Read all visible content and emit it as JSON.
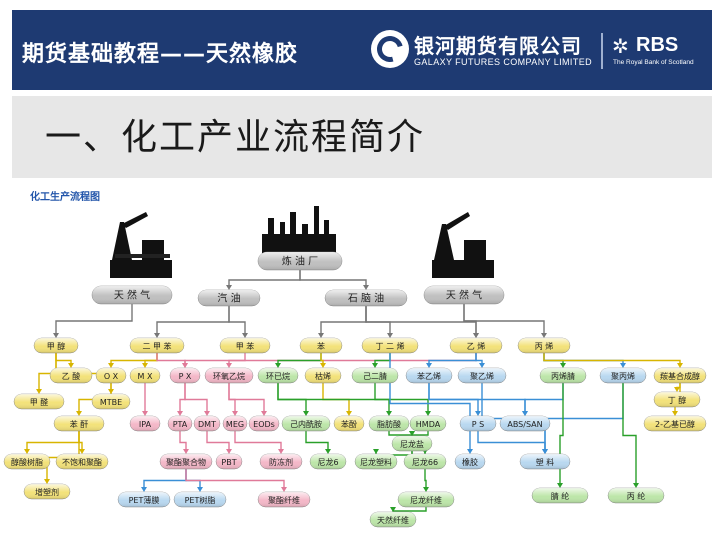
{
  "header": {
    "course_title": "期货基础教程——天然橡胶",
    "company_cn": "银河期货有限公司",
    "company_en": "GALAXY FUTURES COMPANY LIMITED",
    "rbs_mark": "✲",
    "rbs_name": "RBS",
    "rbs_sub": "The Royal Bank of Scotland"
  },
  "section_title": "一、化工产业流程简介",
  "diagram": {
    "title": "化工生产流程图",
    "nodes": [
      {
        "id": "refinery",
        "label": "炼 油 厂",
        "color": "#c0c0c0"
      },
      {
        "id": "natgas",
        "label": "天 然 气",
        "color": "#c0c0c0"
      },
      {
        "id": "gasoline",
        "label": "汽 油",
        "color": "#c0c0c0"
      },
      {
        "id": "naphtha",
        "label": "石 脑 油",
        "color": "#c0c0c0"
      },
      {
        "id": "natgas2",
        "label": "天 然 气",
        "color": "#c0c0c0"
      },
      {
        "id": "methanol",
        "label": "甲 醇",
        "color": "#f3e27a"
      },
      {
        "id": "xylene",
        "label": "二 甲 苯",
        "color": "#f3e27a"
      },
      {
        "id": "toluene",
        "label": "甲 苯",
        "color": "#f3e27a"
      },
      {
        "id": "benzene",
        "label": "苯",
        "color": "#f3e27a"
      },
      {
        "id": "butadiene",
        "label": "丁 二 烯",
        "color": "#f3e27a"
      },
      {
        "id": "ethylene",
        "label": "乙 烯",
        "color": "#f3e27a"
      },
      {
        "id": "propylene",
        "label": "丙 烯",
        "color": "#f3e27a"
      },
      {
        "id": "acetic",
        "label": "乙 酸",
        "color": "#f3e27a"
      },
      {
        "id": "ox",
        "label": "O X",
        "color": "#f3e27a"
      },
      {
        "id": "mx",
        "label": "M X",
        "color": "#f3e27a"
      },
      {
        "id": "px",
        "label": "P X",
        "color": "#f4b8c8"
      },
      {
        "id": "eo",
        "label": "环氧乙烷",
        "color": "#f4b8c8"
      },
      {
        "id": "cyclohexane",
        "label": "环已烷",
        "color": "#bde6a9"
      },
      {
        "id": "cumene",
        "label": "枯烯",
        "color": "#f3e27a"
      },
      {
        "id": "diethylbenzene",
        "label": "己二腈",
        "color": "#bde6a9"
      },
      {
        "id": "styrene",
        "label": "苯乙烯",
        "color": "#b9d8f0"
      },
      {
        "id": "pvc_monomer",
        "label": "聚乙烯",
        "color": "#b9d8f0"
      },
      {
        "id": "acrylonitrile",
        "label": "丙烯腈",
        "color": "#bde6a9"
      },
      {
        "id": "pp",
        "label": "聚丙烯",
        "color": "#b9d8f0"
      },
      {
        "id": "oxo",
        "label": "羰基合成醇",
        "color": "#f3e27a"
      },
      {
        "id": "formaldehyde",
        "label": "甲 醛",
        "color": "#f3e27a"
      },
      {
        "id": "mtbe",
        "label": "MTBE",
        "color": "#f3e27a"
      },
      {
        "id": "butanol",
        "label": "丁 醇",
        "color": "#f3e27a"
      },
      {
        "id": "ethylhexanol",
        "label": "2-乙基已醇",
        "color": "#f3e27a"
      },
      {
        "id": "anhydride",
        "label": "苯 酐",
        "color": "#f3e27a"
      },
      {
        "id": "ipa",
        "label": "IPA",
        "color": "#f4b8c8"
      },
      {
        "id": "pta",
        "label": "PTA",
        "color": "#f4b8c8"
      },
      {
        "id": "dmt",
        "label": "DMT",
        "color": "#f4b8c8"
      },
      {
        "id": "meg",
        "label": "MEG",
        "color": "#f4b8c8"
      },
      {
        "id": "eods",
        "label": "EODs",
        "color": "#f4b8c8"
      },
      {
        "id": "caprolactam",
        "label": "己内酰胺",
        "color": "#bde6a9"
      },
      {
        "id": "phenol",
        "label": "苯酚",
        "color": "#f3e27a"
      },
      {
        "id": "adipic",
        "label": "脂肪酸",
        "color": "#bde6a9"
      },
      {
        "id": "hmda",
        "label": "HMDA",
        "color": "#bde6a9"
      },
      {
        "id": "ps",
        "label": "P S",
        "color": "#b9d8f0"
      },
      {
        "id": "abs",
        "label": "ABS/SAN",
        "color": "#b9d8f0"
      },
      {
        "id": "alkyd",
        "label": "醇酸树脂",
        "color": "#f3e27a"
      },
      {
        "id": "unsat",
        "label": "不饱和聚酯",
        "color": "#f3e27a"
      },
      {
        "id": "polyester",
        "label": "聚酯聚合物",
        "color": "#f4b8c8"
      },
      {
        "id": "pbt",
        "label": "PBT",
        "color": "#f4b8c8"
      },
      {
        "id": "antifreeze",
        "label": "防冻剂",
        "color": "#f4b8c8"
      },
      {
        "id": "nylon_salt",
        "label": "尼龙盐",
        "color": "#bde6a9"
      },
      {
        "id": "nylon6",
        "label": "尼龙6",
        "color": "#bde6a9"
      },
      {
        "id": "nylon_plastic",
        "label": "尼龙塑料",
        "color": "#bde6a9"
      },
      {
        "id": "nylon66",
        "label": "尼龙66",
        "color": "#bde6a9"
      },
      {
        "id": "rubber",
        "label": "橡胶",
        "color": "#b9d8f0"
      },
      {
        "id": "plastic",
        "label": "塑 料",
        "color": "#b9d8f0"
      },
      {
        "id": "plasticizer",
        "label": "增塑剂",
        "color": "#f3e27a"
      },
      {
        "id": "pet_film",
        "label": "PET薄膜",
        "color": "#b9d8f0"
      },
      {
        "id": "pet_resin",
        "label": "PET树脂",
        "color": "#b9d8f0"
      },
      {
        "id": "polyester_fiber",
        "label": "聚酯纤维",
        "color": "#f4b8c8"
      },
      {
        "id": "nylon_fiber",
        "label": "尼龙纤维",
        "color": "#bde6a9"
      },
      {
        "id": "acrylic",
        "label": "腈 纶",
        "color": "#bde6a9"
      },
      {
        "id": "polypropylene_fiber",
        "label": "丙 纶",
        "color": "#bde6a9"
      },
      {
        "id": "natural_fiber",
        "label": "天然纤维",
        "color": "#bde6a9"
      }
    ]
  }
}
